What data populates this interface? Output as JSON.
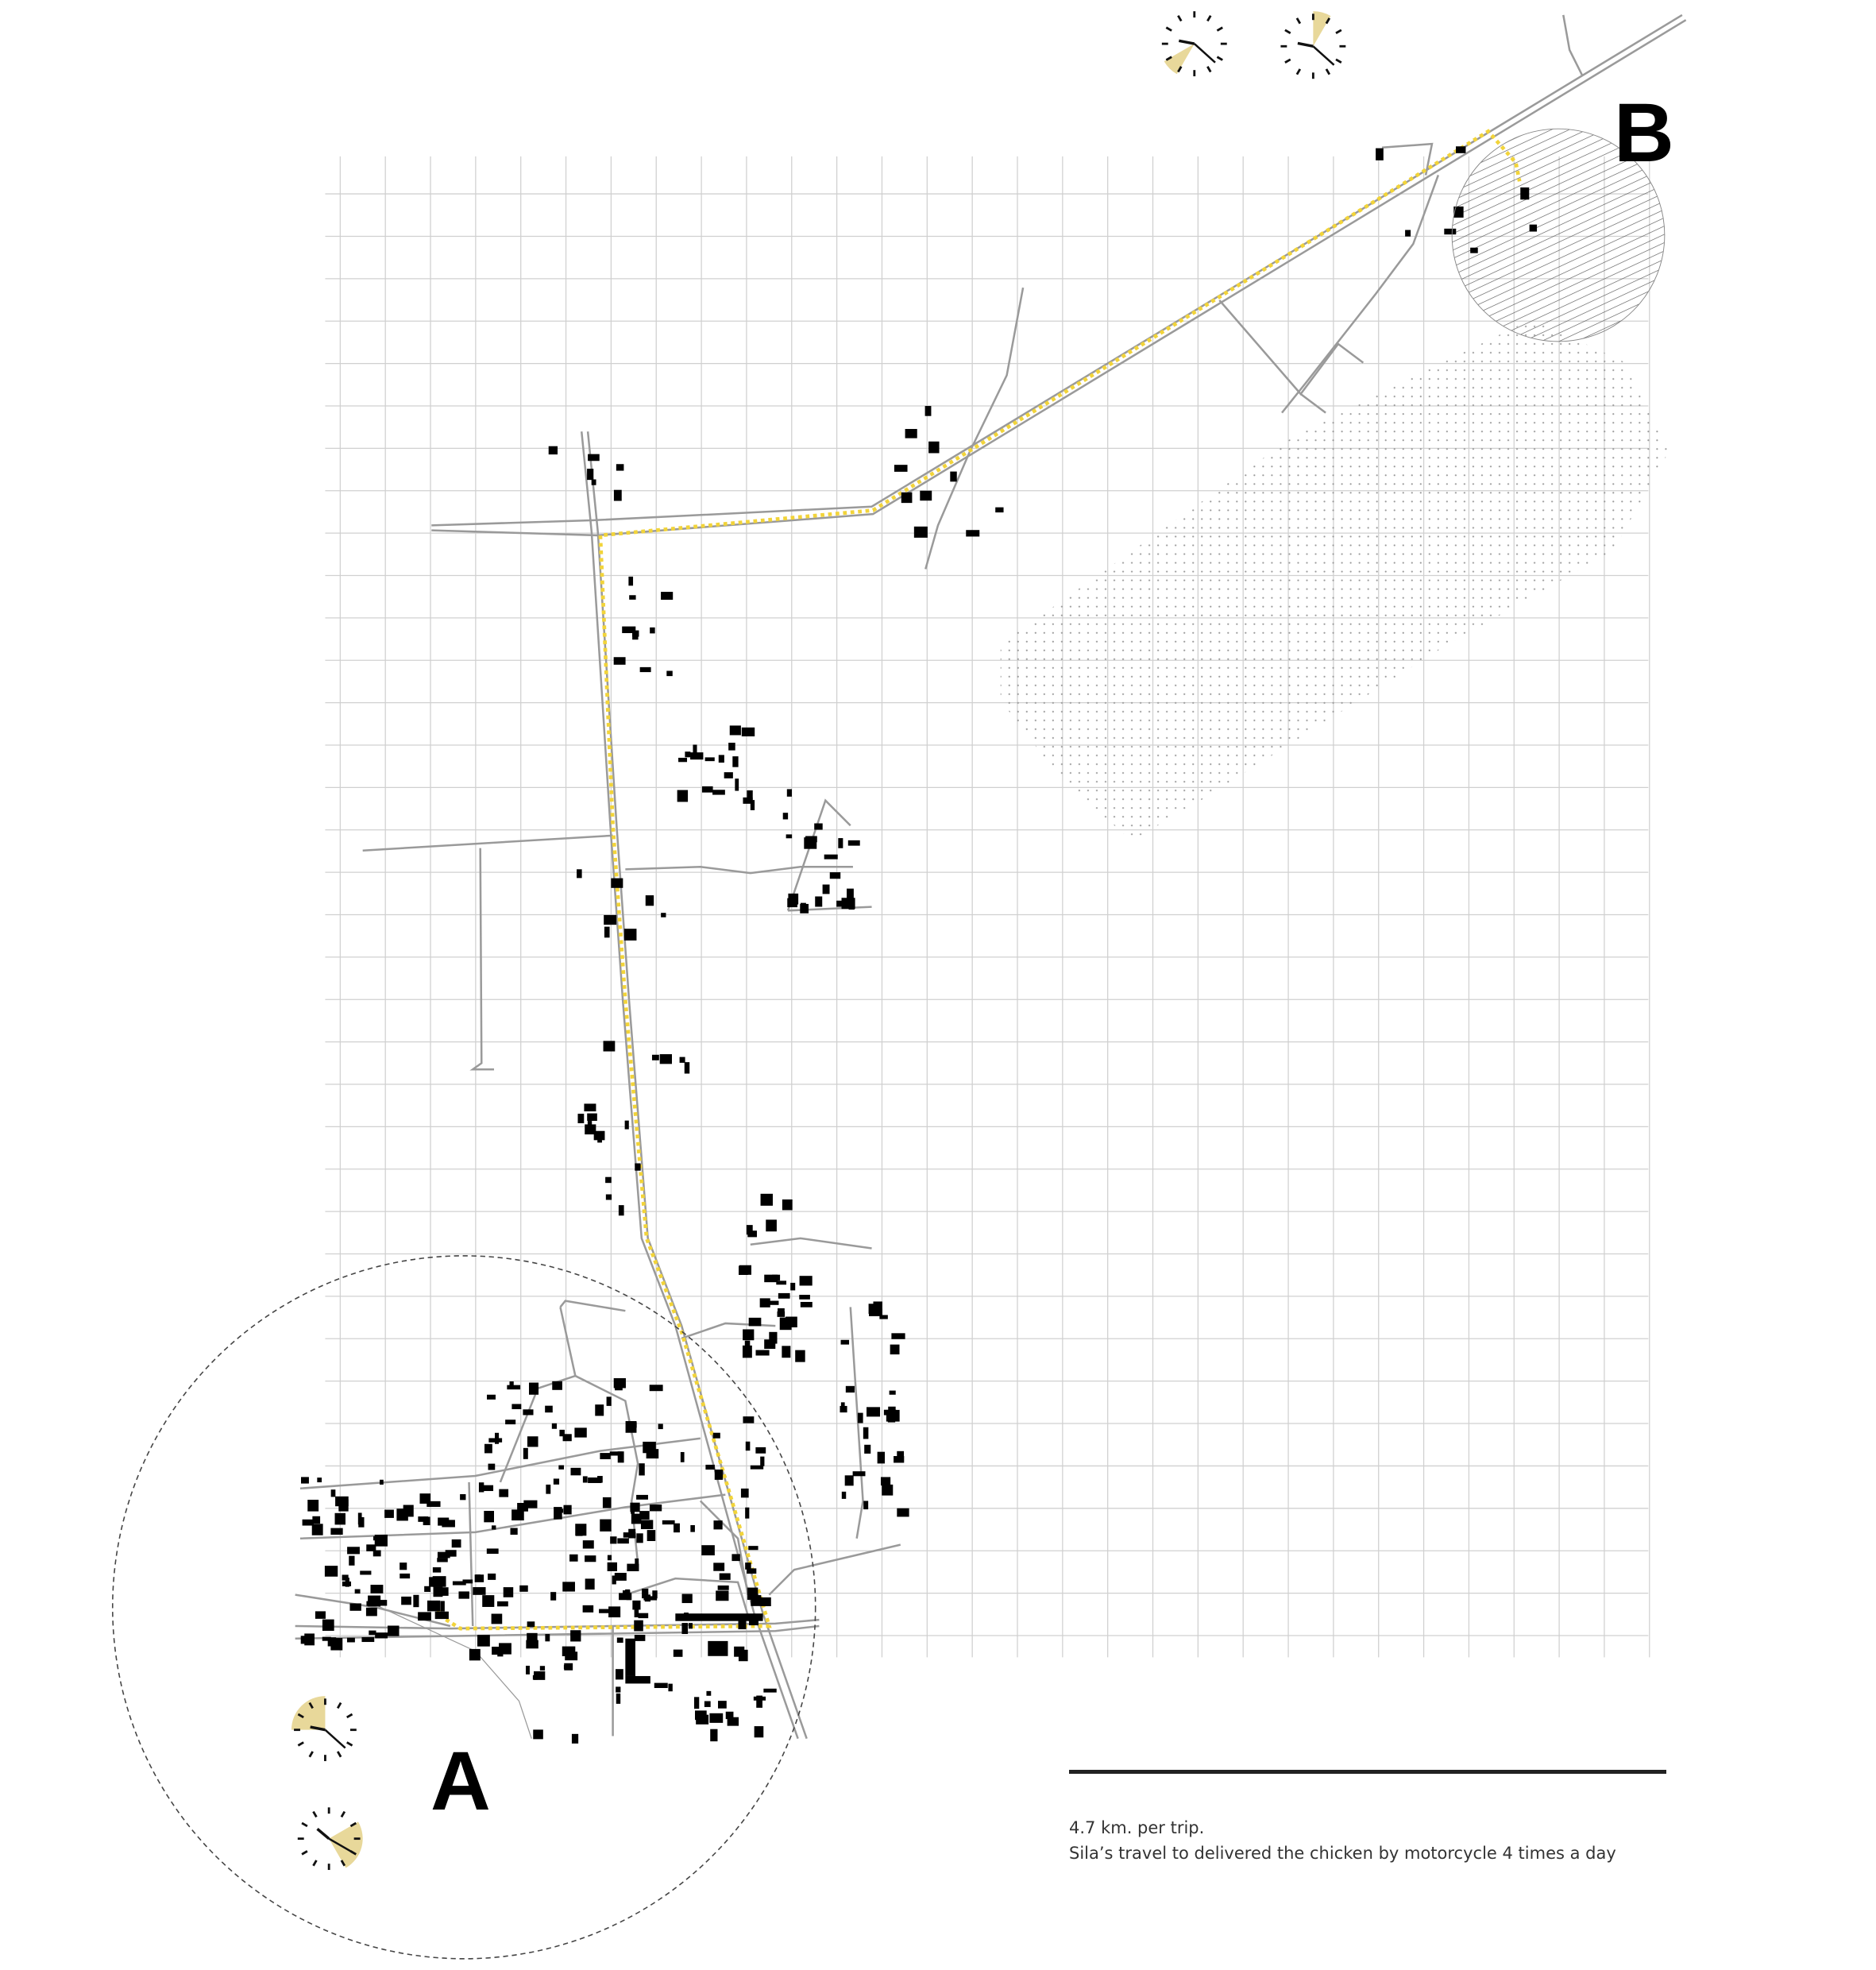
{
  "map": {
    "point_a_label": "A",
    "point_b_label": "B",
    "route_color": "#f2d43a",
    "road_color": "#9a9a9a",
    "grid_color": "#cfcfcf",
    "building_color": "#000000",
    "clock_wedge_color": "#e8d89a"
  },
  "clocks": [
    {
      "id": "top-1",
      "hour": 9,
      "minute": 22,
      "wedge_from_hour": 7,
      "wedge_to_hour": 8
    },
    {
      "id": "top-2",
      "hour": 9,
      "minute": 22,
      "wedge_from_hour": 12,
      "wedge_to_hour": 1
    },
    {
      "id": "bottom-1",
      "hour": 9,
      "minute": 22,
      "wedge_from_hour": 9,
      "wedge_to_hour": 12
    },
    {
      "id": "bottom-2",
      "hour": 10,
      "minute": 20,
      "wedge_from_hour": 2,
      "wedge_to_hour": 5
    }
  ],
  "legend": {
    "distance": "4.7 km. per trip.",
    "caption": "Sila’s travel to delivered the chicken by motorcycle 4 times a day"
  }
}
